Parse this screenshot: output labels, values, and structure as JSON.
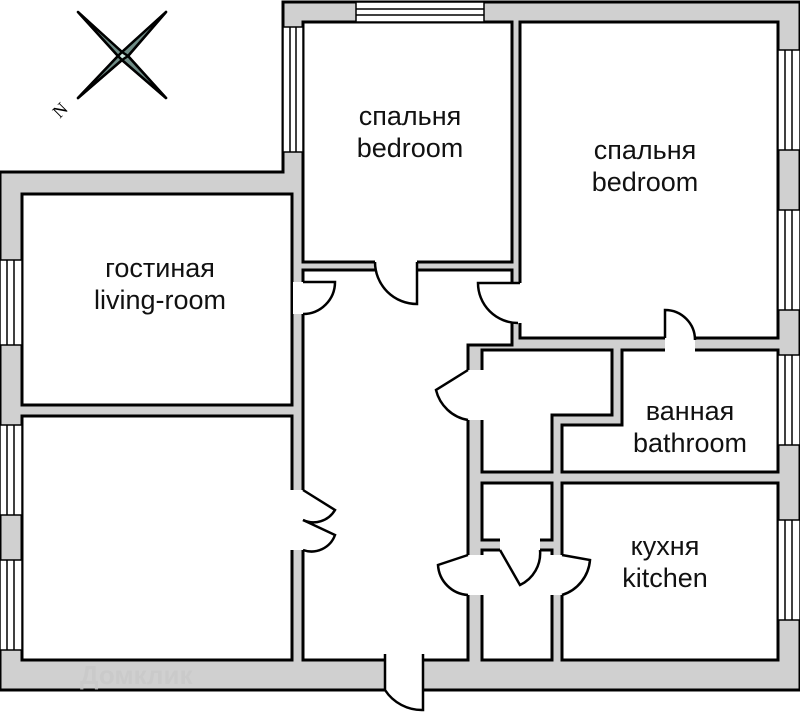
{
  "compass": {
    "north_label": "N"
  },
  "rooms": {
    "bedroom_1": {
      "ru": "спальня",
      "en": "bedroom"
    },
    "bedroom_2": {
      "ru": "спальня",
      "en": "bedroom"
    },
    "living_room": {
      "ru": "гостиная",
      "en": "living-room"
    },
    "bathroom": {
      "ru": "ванная",
      "en": "bathroom"
    },
    "kitchen": {
      "ru": "кухня",
      "en": "kitchen"
    }
  },
  "watermark": "Домклик",
  "colors": {
    "wall": "#d0d0d0",
    "line": "#000000",
    "compass_dark": "#6f8c86",
    "compass_light": "#cfe8e2"
  }
}
